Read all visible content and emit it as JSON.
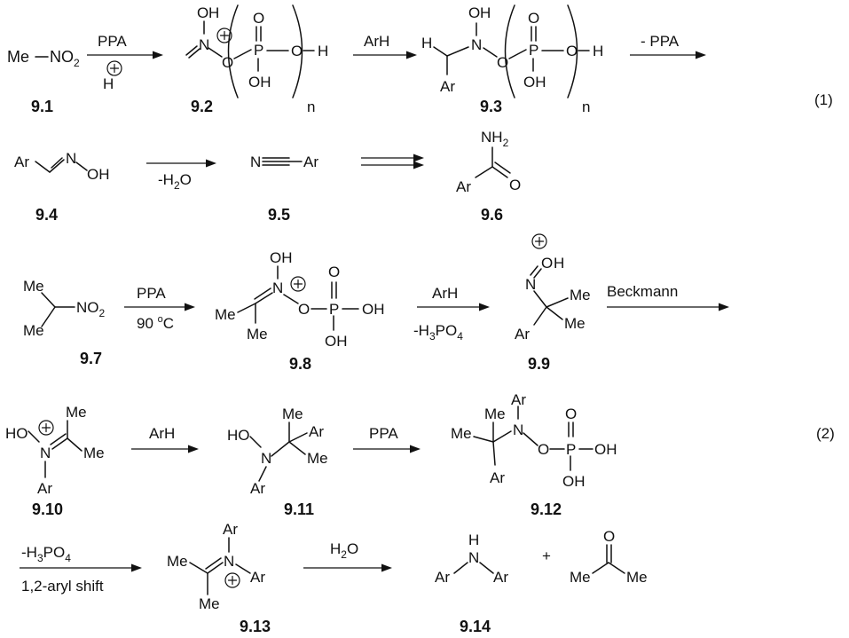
{
  "atoms": {
    "me": "Me",
    "ar": "Ar",
    "n": "N",
    "o": "O",
    "p": "P",
    "h": "H",
    "oh": "OH",
    "ho": "HO",
    "nh2": "NH",
    "nh2_sub": "2",
    "no2": "NO",
    "no2_sub": "2",
    "n_sub": "n",
    "plus": "+"
  },
  "reagents": {
    "ppa": "PPA",
    "h_plus": "H",
    "arh": "ArH",
    "minus_ppa": "- PPA",
    "minus_h2o_pre": "-H",
    "minus_h2o_sub": "2",
    "minus_h2o_post": "O",
    "temp_pre": "90 ",
    "temp_sup": "o",
    "temp_post": "C",
    "minus_h3po4_pre": "-H",
    "minus_h3po4_sub1": "3",
    "minus_h3po4_mid": "PO",
    "minus_h3po4_sub2": "4",
    "beckmann": "Beckmann",
    "aryl_shift": "1,2-aryl shift",
    "h2o_pre": "H",
    "h2o_sub": "2",
    "h2o_post": "O"
  },
  "equations": {
    "eq1": "(1)",
    "eq2": "(2)"
  },
  "compounds": {
    "c9_1": "9.1",
    "c9_2": "9.2",
    "c9_3": "9.3",
    "c9_4": "9.4",
    "c9_5": "9.5",
    "c9_6": "9.6",
    "c9_7": "9.7",
    "c9_8": "9.8",
    "c9_9": "9.9",
    "c9_10": "9.10",
    "c9_11": "9.11",
    "c9_12": "9.12",
    "c9_13": "9.13",
    "c9_14": "9.14"
  },
  "plus_sign": "+"
}
